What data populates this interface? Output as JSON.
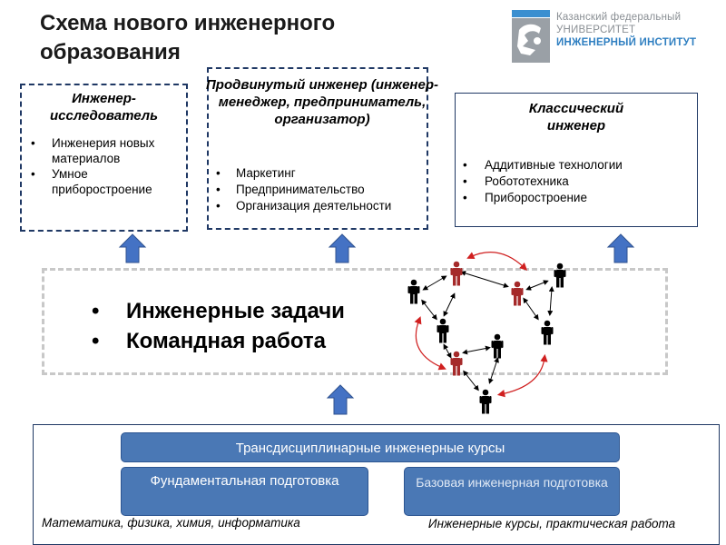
{
  "title": "Схема нового инженерного образования",
  "logo": {
    "line1": "Казанский федеральный",
    "line2": "УНИВЕРСИТЕТ",
    "line3": "ИНЖЕНЕРНЫЙ ИНСТИТУТ",
    "accent_color": "#2f7fc1",
    "gray_color": "#8a8f94"
  },
  "boxes": {
    "researcher": {
      "title": "Инженер-исследователь",
      "items": [
        "Инженерия новых материалов",
        "Умное приборостроение"
      ]
    },
    "advanced": {
      "title": "Продвинутый инженер (инженер-менеджер, предприниматель, организатор)",
      "items": [
        "Маркетинг",
        "Предпринимательство",
        "Организация деятельности"
      ]
    },
    "classic": {
      "title": "Классический инженер",
      "items": [
        "Аддитивные технологии",
        "Робототехника",
        "Приборостроение"
      ]
    }
  },
  "middle": {
    "items": [
      "Инженерные задачи",
      "Командная работа"
    ]
  },
  "bottom": {
    "transdisciplinary": "Трансдисциплинарные инженерные курсы",
    "fundamental": "Фундаментальная подготовка",
    "basic": "Базовая инженерная подготовка",
    "caption_left": "Математика, физика,  химия, информатика",
    "caption_right": "Инженерные курсы,  практическая работа"
  },
  "colors": {
    "border": "#1f3864",
    "pill": "#4a78b5",
    "arrow": "#4472c4",
    "person_black": "#000000",
    "person_red": "#a52a2a",
    "curve_red": "#d02020"
  },
  "network": {
    "people": [
      {
        "color": "red"
      },
      {
        "color": "red"
      },
      {
        "color": "black"
      },
      {
        "color": "black"
      },
      {
        "color": "black"
      },
      {
        "color": "red"
      },
      {
        "color": "black"
      },
      {
        "color": "black"
      },
      {
        "color": "black"
      }
    ]
  }
}
